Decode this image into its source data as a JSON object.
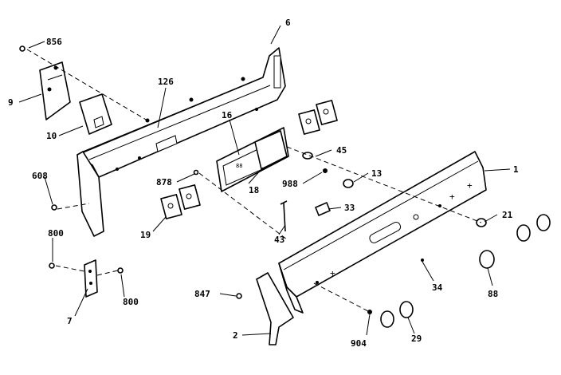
{
  "colors": {
    "ink": "#000000",
    "paper": "#ffffff"
  },
  "labels": {
    "p856": "856",
    "p6": "6",
    "p9": "9",
    "p10": "10",
    "p126": "126",
    "p16": "16",
    "p45": "45",
    "p1": "1",
    "p608": "608",
    "p878": "878",
    "p18": "18",
    "p988": "988",
    "p13": "13",
    "p19": "19",
    "p33": "33",
    "p21": "21",
    "p800a": "800",
    "p43": "43",
    "p800b": "800",
    "p7": "7",
    "p847": "847",
    "p34": "34",
    "p88": "88",
    "p2": "2",
    "p904": "904",
    "p29": "29"
  }
}
